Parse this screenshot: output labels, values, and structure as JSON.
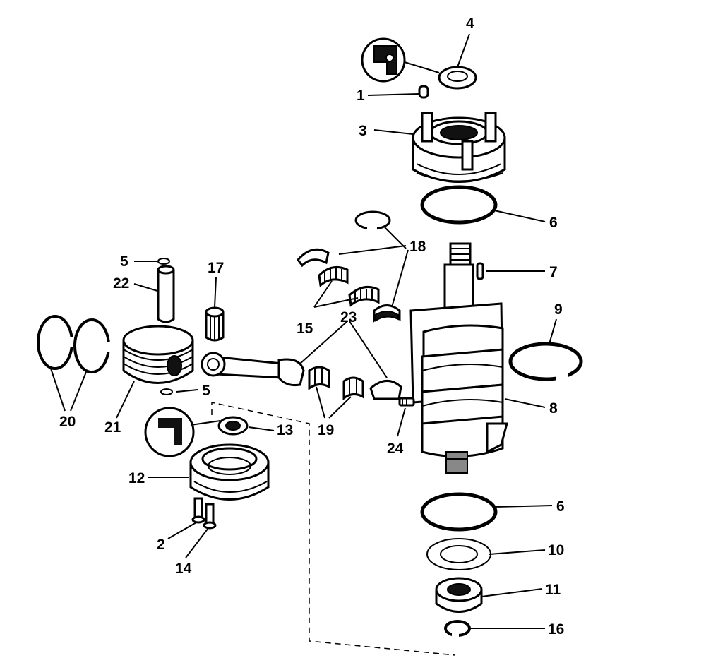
{
  "diagram": {
    "labels": {
      "l1": "1",
      "l2": "2",
      "l3": "3",
      "l4": "4",
      "l5a": "5",
      "l5b": "5",
      "l6a": "6",
      "l6b": "6",
      "l7": "7",
      "l8": "8",
      "l9": "9",
      "l10": "10",
      "l11": "11",
      "l12": "12",
      "l13": "13",
      "l14": "14",
      "l15": "15",
      "l16": "16",
      "l17": "17",
      "l18": "18",
      "l19": "19",
      "l20": "20",
      "l21": "21",
      "l22": "22",
      "l23": "23",
      "l24": "24"
    }
  }
}
